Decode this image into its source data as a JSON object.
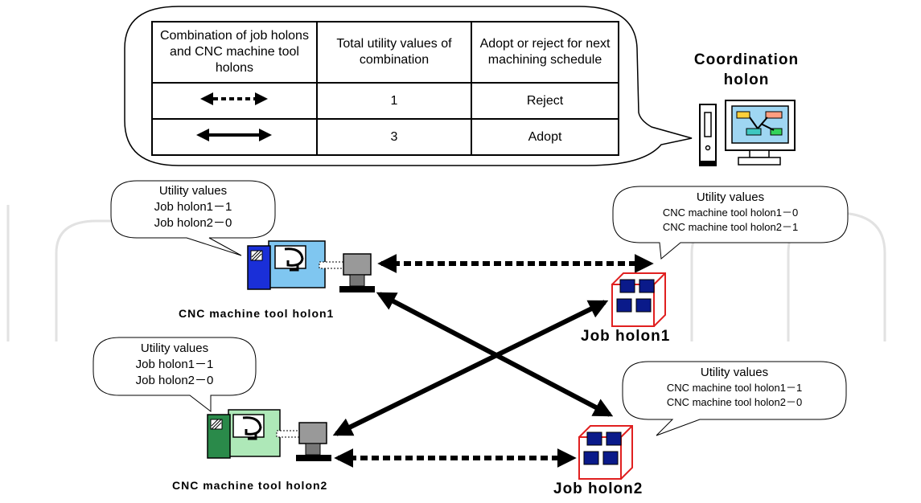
{
  "table": {
    "headers": [
      "Combination of job holons and CNC machine tool holons",
      "Total utility values of combination",
      "Adopt or reject for next machining schedule"
    ],
    "rows": [
      {
        "combination_icon": "dashed-double-arrow-icon",
        "total": "1",
        "decision": "Reject"
      },
      {
        "combination_icon": "solid-double-arrow-icon",
        "total": "3",
        "decision": "Adopt"
      }
    ]
  },
  "coordination": {
    "title_line1": "Coordination",
    "title_line2": "holon",
    "icon": "computer-monitor-icon"
  },
  "bubbles": {
    "cnc1": {
      "title": "Utility values",
      "line1": "Job holon1－1",
      "line2": "Job holon2－0"
    },
    "cnc2": {
      "title": "Utility values",
      "line1": "Job holon1－1",
      "line2": "Job holon2－0"
    },
    "job1": {
      "title": "Utility values",
      "line1": "CNC machine tool holon1－0",
      "line2": "CNC machine tool holon2－1"
    },
    "job2": {
      "title": "Utility values",
      "line1": "CNC machine tool holon1－1",
      "line2": "CNC machine tool holon2－0"
    }
  },
  "labels": {
    "cnc1": "CNC machine tool holon1",
    "cnc2": "CNC machine tool holon2",
    "job1": "Job holon1",
    "job2": "Job holon2"
  },
  "colors": {
    "cnc1_body": "#7fc6f0",
    "cnc1_dark": "#1a2fd8",
    "cnc2_body": "#aee8b8",
    "cnc2_dark": "#2a8a4a",
    "job_cube_edge": "#e02020",
    "job_block": "#0a1a8a",
    "watermark": "#dedede"
  }
}
